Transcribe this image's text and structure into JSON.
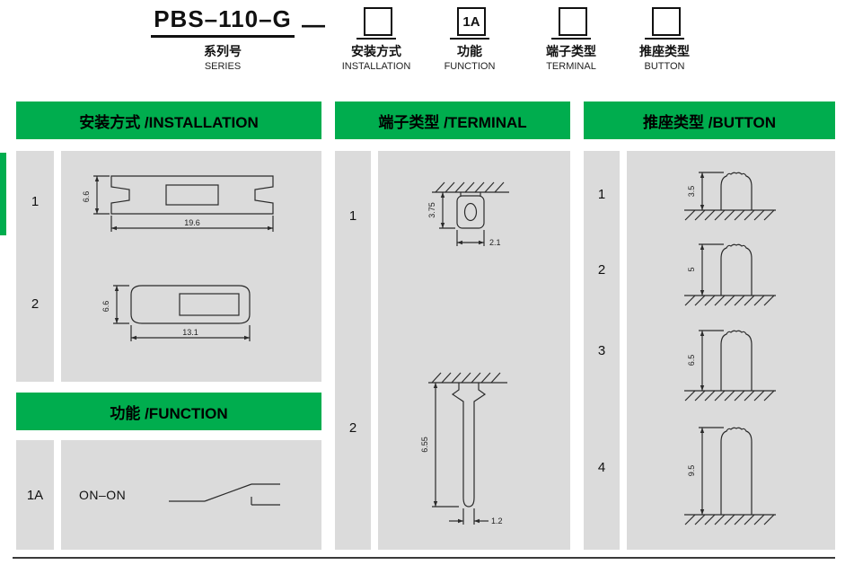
{
  "colors": {
    "green": "#00AD4E",
    "panel_gray": "#DBDBDB"
  },
  "header": {
    "series_code": "PBS–110–G",
    "separator": "—",
    "series_cn": "系列号",
    "series_en": "SERIES",
    "groups": [
      {
        "box": "",
        "cn": "安装方式",
        "en": "INSTALLATION"
      },
      {
        "box": "1A",
        "cn": "功能",
        "en": "FUNCTION"
      },
      {
        "box": "",
        "cn": "端子类型",
        "en": "TERMINAL"
      },
      {
        "box": "",
        "cn": "推座类型",
        "en": "BUTTON"
      }
    ]
  },
  "installation": {
    "title": "安装方式 /INSTALLATION",
    "row1": {
      "index": "1",
      "dim_h": "6.6",
      "dim_w": "19.6"
    },
    "row2": {
      "index": "2",
      "dim_h": "6.6",
      "dim_w": "13.1"
    }
  },
  "function": {
    "title": "功能 /FUNCTION",
    "row1": {
      "index": "1A",
      "label": "ON–ON"
    }
  },
  "terminal": {
    "title": "端子类型 /TERMINAL",
    "row1": {
      "index": "1",
      "dim_h": "3.75",
      "dim_w": "2.1"
    },
    "row2": {
      "index": "2",
      "dim_h": "6.55",
      "dim_w": "1.2"
    }
  },
  "button": {
    "title": "推座类型 /BUTTON",
    "rows": [
      {
        "index": "1",
        "dim": "3.5"
      },
      {
        "index": "2",
        "dim": "5"
      },
      {
        "index": "3",
        "dim": "6.5"
      },
      {
        "index": "4",
        "dim": "9.5"
      }
    ]
  }
}
